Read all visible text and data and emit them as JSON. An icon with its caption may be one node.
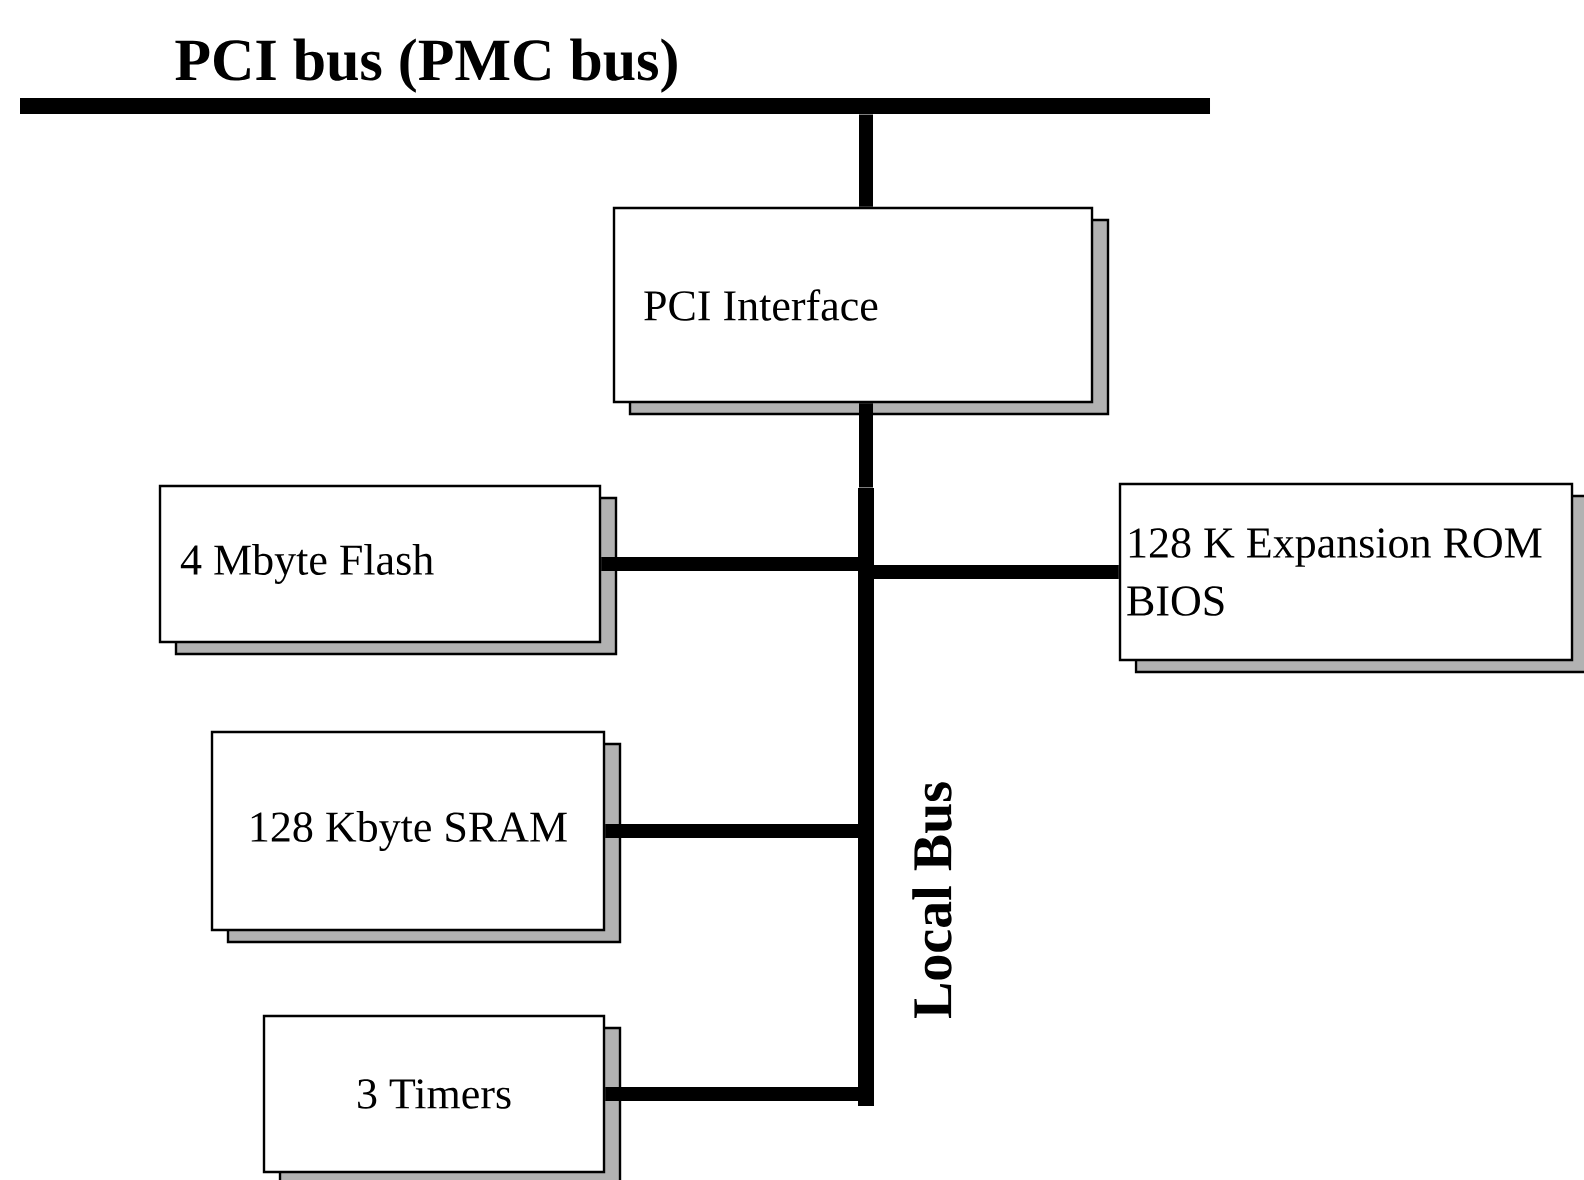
{
  "diagram": {
    "nodes": [
      {
        "text": [
          "PCI bus (PMC bus)"
        ]
      },
      {
        "text": [
          "PCI Interface"
        ]
      },
      {
        "text": [
          "Local Bus"
        ]
      },
      {
        "text": [
          "4 Mbyte Flash"
        ]
      },
      {
        "text": [
          "128 K Expansion ROM BIOS"
        ]
      },
      {
        "text": [
          "128 Kbyte SRAM"
        ]
      },
      {
        "text": [
          "3 Timers"
        ]
      }
    ],
    "edges": [
      {
        "from": 0,
        "to": 1,
        "arrow": "none"
      },
      {
        "from": 1,
        "to": 2,
        "arrow": "none"
      },
      {
        "from": 3,
        "to": 2,
        "arrow": "none"
      },
      {
        "from": 4,
        "to": 2,
        "arrow": "none"
      },
      {
        "from": 5,
        "to": 2,
        "arrow": "none"
      },
      {
        "from": 6,
        "to": 2,
        "arrow": "none"
      }
    ]
  }
}
